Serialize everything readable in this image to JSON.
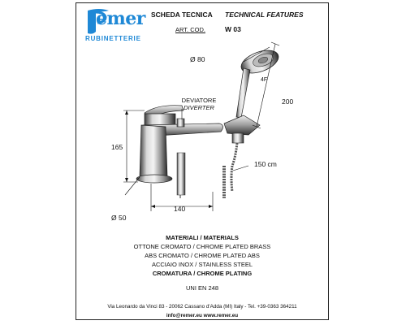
{
  "brand": {
    "logo_text": "emer",
    "logo_subtitle": "RUBINETTERIE",
    "color": "#1e88d6"
  },
  "header": {
    "title_it": "SCHEDA TECNICA",
    "title_en": "TECHNICAL FEATURES",
    "article_label": "ART. COD.",
    "article_code": "W 03"
  },
  "drawing": {
    "shower_diameter": "Ø 80",
    "shower_functions": "4F",
    "shower_height": "200",
    "hose_length": "150 cm",
    "diverter_it": "DEVIATORE",
    "diverter_en": "DIVERTER",
    "spout_height": "165",
    "base_diameter": "Ø 50",
    "centers": "140"
  },
  "materials": {
    "heading": "MATERIALI / MATERIALS",
    "lines": [
      "OTTONE CROMATO / CHROME PLATED BRASS",
      "ABS CROMATO / CHROME PLATED ABS",
      "ACCIAIO INOX / STAINLESS STEEL"
    ],
    "finish": "CROMATURA / CHROME PLATING",
    "standard": "UNI EN 248"
  },
  "footer": {
    "address": "Via Leonardo da Vinci 83 - 20062 Cassano d'Adda (MI) Italy - Tel. +39-0363 364211",
    "contacts": "info@remer.eu  www.remer.eu"
  }
}
